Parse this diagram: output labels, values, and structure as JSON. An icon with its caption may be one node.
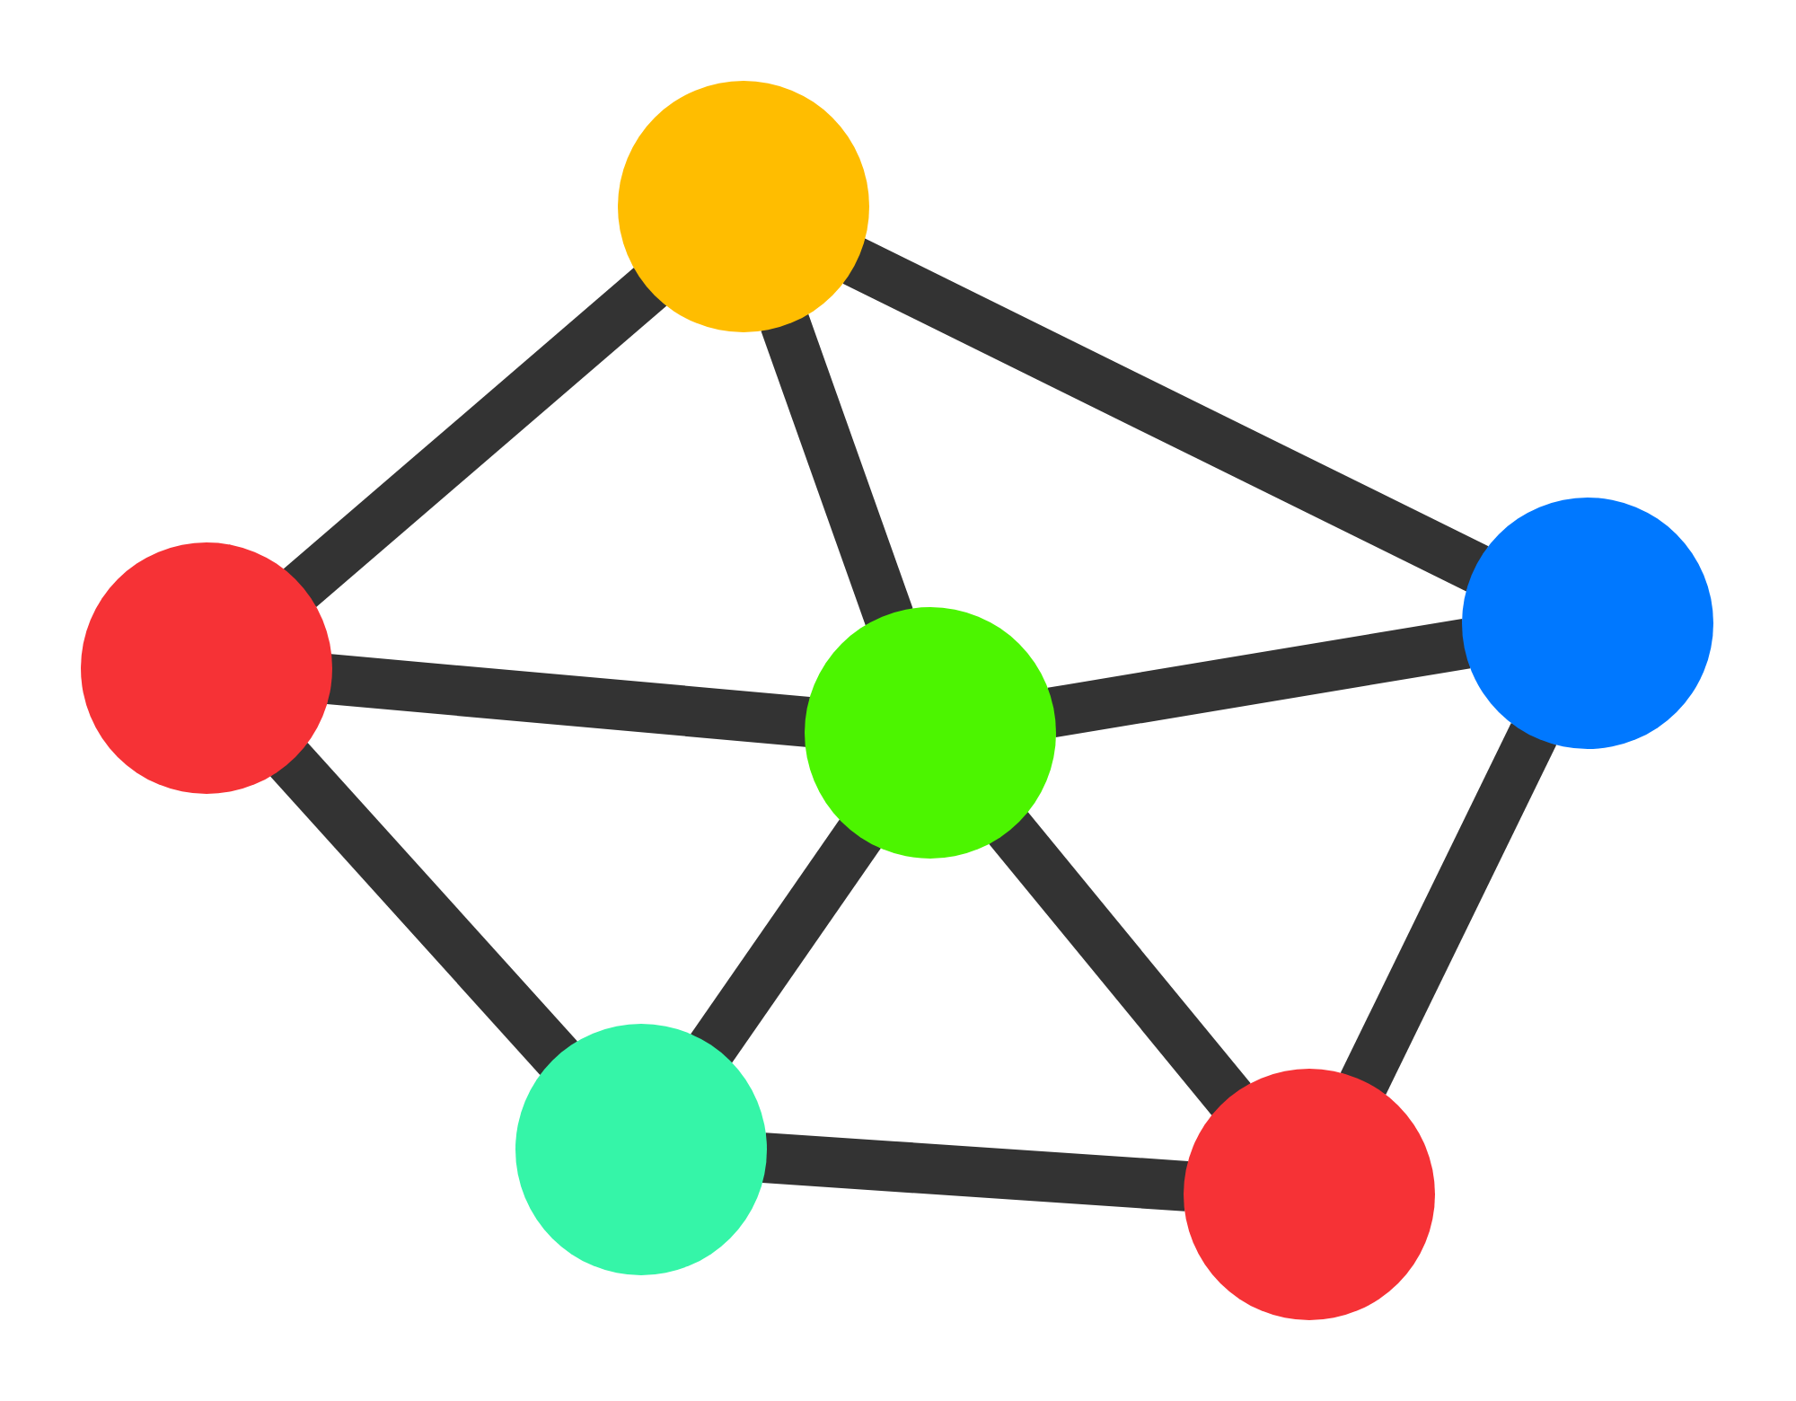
{
  "diagram": {
    "nodes": [
      {
        "text": [],
        "shape": "circle"
      },
      {
        "text": [],
        "shape": "circle"
      },
      {
        "text": [],
        "shape": "circle"
      },
      {
        "text": [],
        "shape": "circle"
      },
      {
        "text": [],
        "shape": "circle"
      },
      {
        "text": [],
        "shape": "circle"
      }
    ],
    "edges": [
      {
        "from": 0,
        "to": 2,
        "arrow": "none"
      },
      {
        "from": 0,
        "to": 3,
        "arrow": "none"
      },
      {
        "from": 0,
        "to": 1,
        "arrow": "none"
      },
      {
        "from": 2,
        "to": 3,
        "arrow": "none"
      },
      {
        "from": 2,
        "to": 4,
        "arrow": "none"
      },
      {
        "from": 3,
        "to": 1,
        "arrow": "none"
      },
      {
        "from": 3,
        "to": 4,
        "arrow": "none"
      },
      {
        "from": 3,
        "to": 5,
        "arrow": "none"
      },
      {
        "from": 4,
        "to": 5,
        "arrow": "none"
      },
      {
        "from": 1,
        "to": 5,
        "arrow": "none"
      }
    ]
  }
}
